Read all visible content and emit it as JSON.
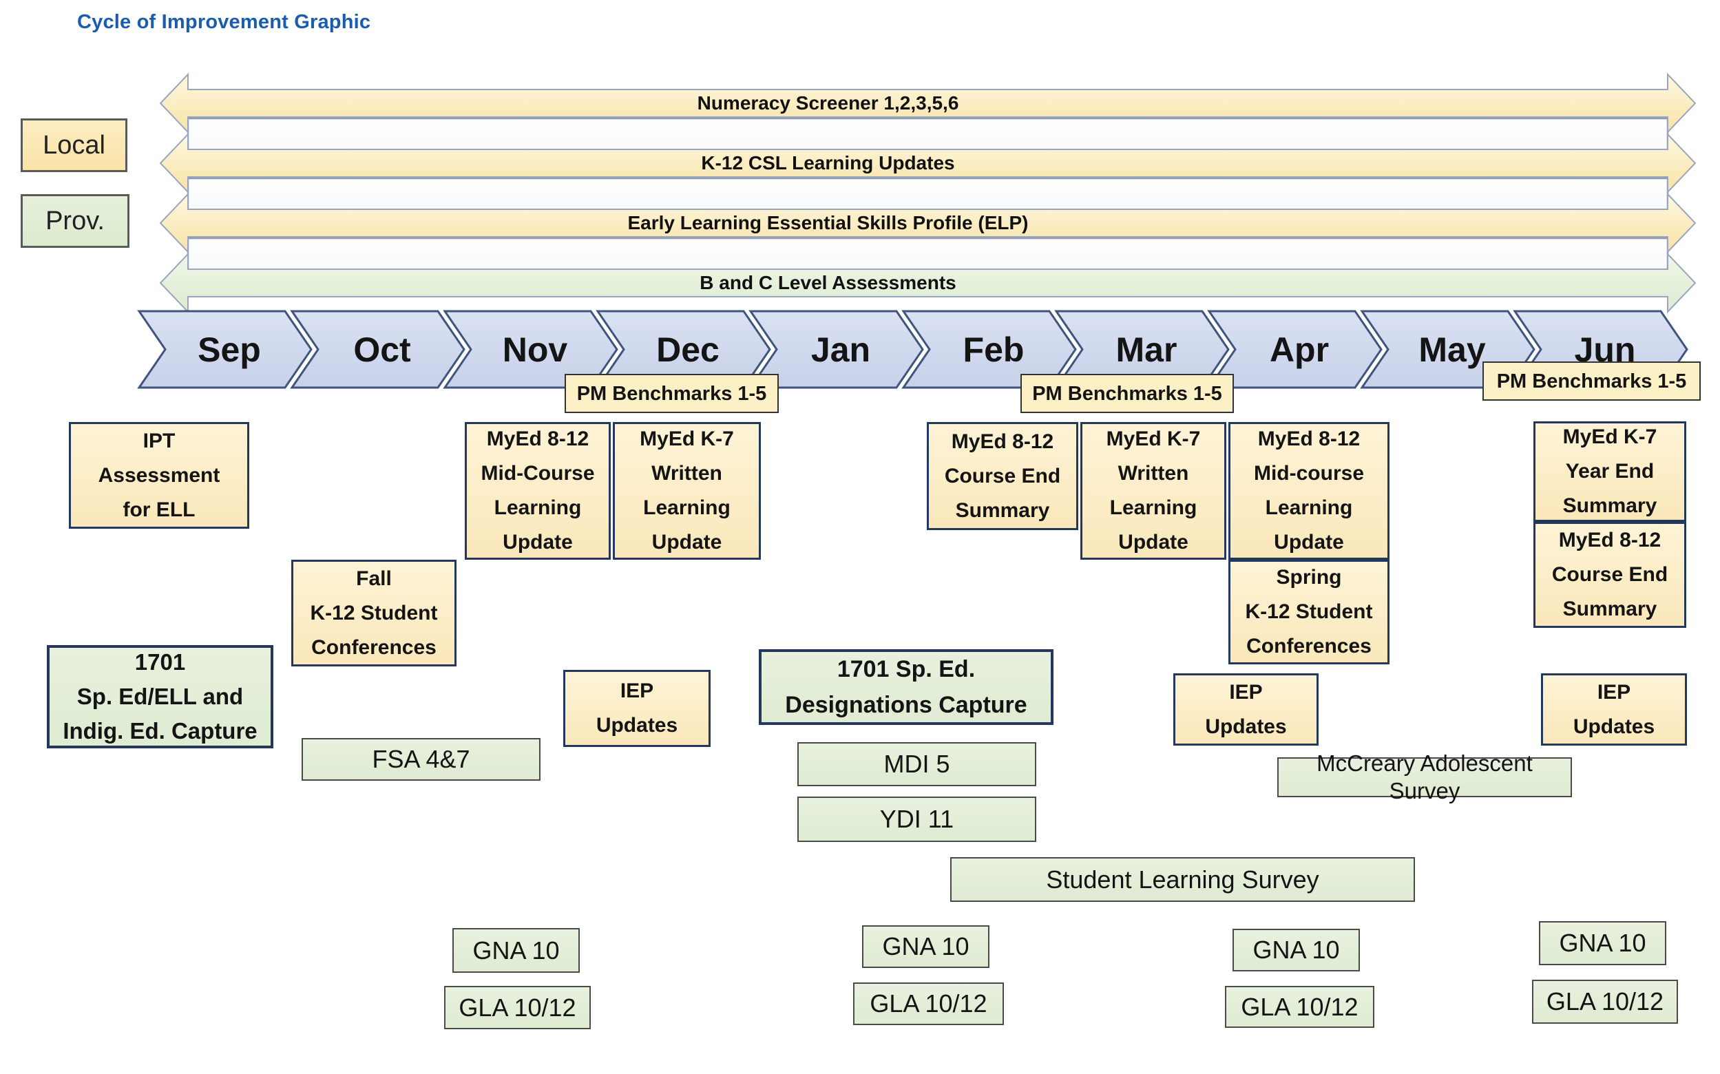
{
  "title": "Cycle of Improvement Graphic",
  "legend": {
    "local": "Local",
    "prov": "Prov."
  },
  "arrows": [
    {
      "label": "Numeracy Screener 1,2,3,5,6",
      "category": "local",
      "color": "#F8E3A6"
    },
    {
      "label": "K-12 CSL Learning Updates",
      "category": "local",
      "color": "#F8E3A6"
    },
    {
      "label": "Early Learning Essential Skills Profile (ELP)",
      "category": "local",
      "color": "#F8E3A6"
    },
    {
      "label": "B and C Level Assessments",
      "category": "prov",
      "color": "#DDECD0"
    }
  ],
  "months": [
    "Sep",
    "Oct",
    "Nov",
    "Dec",
    "Jan",
    "Feb",
    "Mar",
    "Apr",
    "May",
    "Jun"
  ],
  "pm_benchmarks_label": "PM Benchmarks 1-5",
  "boxes": {
    "ipt": "IPT\nAssessment\nfor ELL",
    "myed_nov": "MyEd 8-12\nMid-Course\nLearning\nUpdate",
    "myed_dec": "MyEd K-7\nWritten\nLearning\nUpdate",
    "myed_feb": "MyEd 8-12\nCourse End\nSummary",
    "myed_mar": "MyEd K-7\nWritten\nLearning\nUpdate",
    "myed_apr": "MyEd 8-12\nMid-course\nLearning\nUpdate",
    "myed_jun_k7": "MyEd K-7\nYear End\nSummary",
    "myed_jun_812": "MyEd 8-12\nCourse End\nSummary",
    "fall_conf": "Fall\nK-12 Student\nConferences",
    "spring_conf": "Spring\nK-12 Student\nConferences",
    "iep": "IEP\nUpdates",
    "capture_1701_left": "1701\nSp. Ed/ELL and\nIndig. Ed. Capture",
    "capture_1701_mid": "1701 Sp. Ed.\nDesignations Capture",
    "fsa": "FSA 4&7",
    "mdi": "MDI 5",
    "ydi": "YDI 11",
    "mccreary": "McCreary Adolescent Survey",
    "sls": "Student Learning Survey",
    "gna": "GNA 10",
    "gla": "GLA 10/12"
  },
  "colors": {
    "title_blue": "#1A5CB0",
    "local_yellow": "#FAE8BA",
    "prov_green": "#DFEBD2",
    "chevron_blue": "#C9D3EA",
    "box_border_navy": "#24375C",
    "pm_yellow": "#FBF0C6"
  }
}
